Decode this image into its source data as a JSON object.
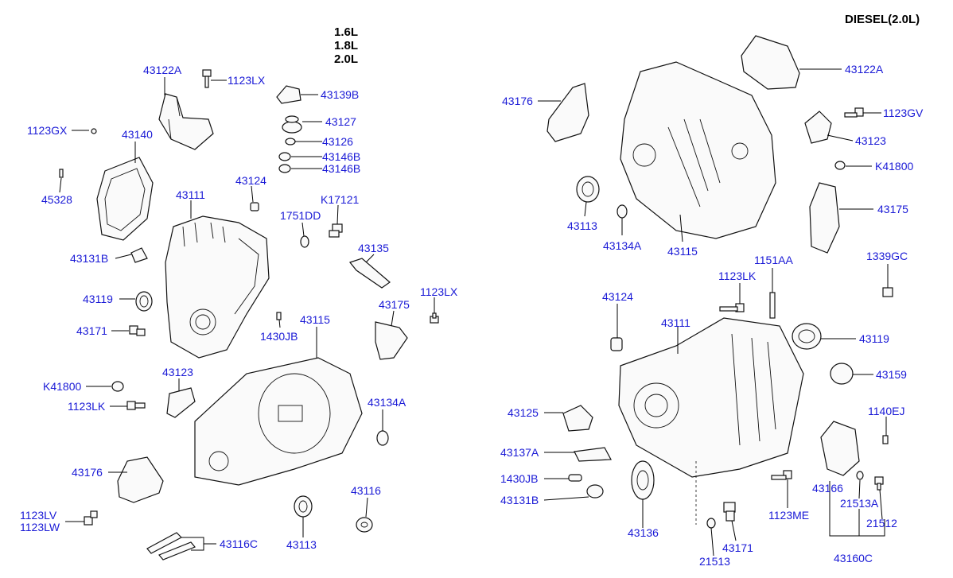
{
  "headers": {
    "engines": [
      "1.6L",
      "1.8L",
      "2.0L"
    ],
    "diesel": "DIESEL(2.0L)"
  },
  "labels": {
    "l_43122A": "43122A",
    "l_1123LX": "1123LX",
    "l_43139B": "43139B",
    "l_43127": "43127",
    "l_43126": "43126",
    "l_43146B_1": "43146B",
    "l_43146B_2": "43146B",
    "l_1123GX": "1123GX",
    "l_43140": "43140",
    "l_45328": "45328",
    "l_43124": "43124",
    "l_43111": "43111",
    "l_1751DD": "1751DD",
    "l_K17121": "K17121",
    "l_43135": "43135",
    "l_43131B": "43131B",
    "l_43119": "43119",
    "l_43171": "43171",
    "l_1123LX_2": "1123LX",
    "l_43175": "43175",
    "l_1430JB": "1430JB",
    "l_43115": "43115",
    "l_K41800": "K41800",
    "l_43123": "43123",
    "l_1123LK": "1123LK",
    "l_43134A": "43134A",
    "l_43176": "43176",
    "l_43116": "43116",
    "l_1123LV": "1123LV",
    "l_1123LW": "1123LW",
    "l_43113": "43113",
    "l_43116C": "43116C",
    "r_43176": "43176",
    "r_43122A": "43122A",
    "r_1123GV": "1123GV",
    "r_43123": "43123",
    "r_K41800": "K41800",
    "r_43175": "43175",
    "r_43113": "43113",
    "r_43134A": "43134A",
    "r_43115": "43115",
    "r_1339GC": "1339GC",
    "r_1151AA": "1151AA",
    "r_1123LK": "1123LK",
    "r_43124": "43124",
    "r_43111": "43111",
    "r_43119": "43119",
    "r_43159": "43159",
    "r_43125": "43125",
    "r_1140EJ": "1140EJ",
    "r_43137A": "43137A",
    "r_1430JB": "1430JB",
    "r_43131B": "43131B",
    "r_43166": "43166",
    "r_21513A": "21513A",
    "r_21512": "21512",
    "r_1123ME": "1123ME",
    "r_43136": "43136",
    "r_43171": "43171",
    "r_21513": "21513",
    "r_43160C": "43160C"
  }
}
